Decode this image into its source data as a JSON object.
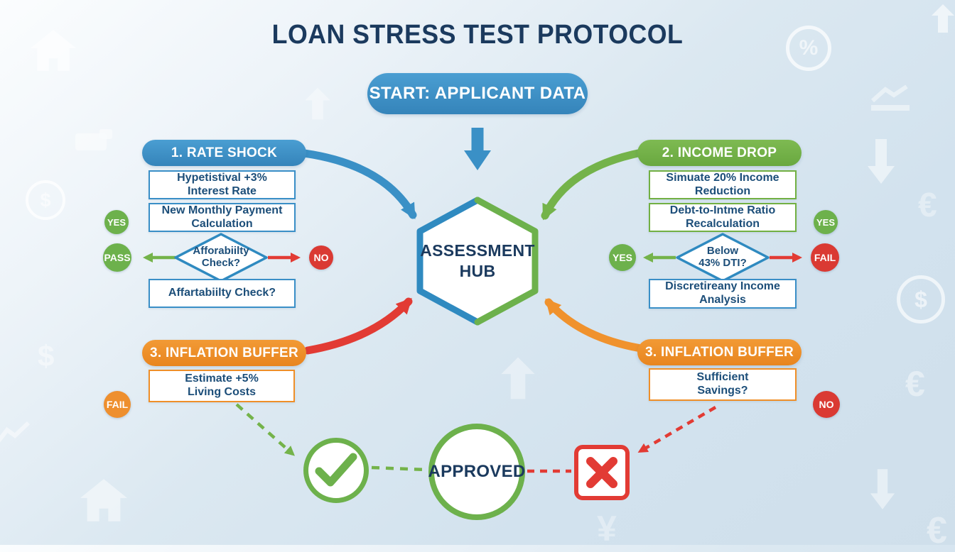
{
  "title": "LOAN STRESS TEST PROTOCOL",
  "start_label": "START: APPLICANT DATA",
  "hub": {
    "line1": "ASSESSMENT",
    "line2": "HUB"
  },
  "branches": {
    "rate_shock": {
      "header": "1. RATE SHOCK",
      "box1_line1": "Hypetistival +3%",
      "box1_line2": "Interest Rate",
      "box2_line1": "New Monthly Payment",
      "box2_line2": "Calculation",
      "badge_yes": "YES",
      "diamond_line1": "Afforabiilty",
      "diamond_line2": "Check?",
      "badge_pass": "PASS",
      "badge_no": "NO",
      "box3": "Affartabiilty Check?"
    },
    "income_drop": {
      "header": "2. INCOME DROP",
      "box1_line1": "Simuate 20% Income",
      "box1_line2": "Reduction",
      "box2_line1": "Debt-to-Intme Ratio",
      "box2_line2": "Recalculation",
      "badge_yes_top": "YES",
      "diamond_line1": "Below",
      "diamond_line2": "43% DTI?",
      "badge_yes": "YES",
      "badge_fail": "FAIL",
      "box3_line1": "Discretireany Income",
      "box3_line2": "Analysis"
    },
    "inflation_left": {
      "header": "3. INFLATION BUFFER",
      "box_line1": "Estimate +5%",
      "box_line2": "Living Costs",
      "badge_fail": "FAIL"
    },
    "inflation_right": {
      "header": "3. INFLATION BUFFER",
      "box_line1": "Sufficient",
      "box_line2": "Savings?",
      "badge_no": "NO"
    }
  },
  "results": {
    "approved_label": "APPROVED"
  },
  "colors": {
    "blue": "#3a8fc7",
    "green": "#72b043",
    "orange": "#ef8f29",
    "red": "#da3a33",
    "navy": "#1b3a5e"
  },
  "decor": {
    "dollar": "$",
    "euro": "€",
    "yen": "¥",
    "percent": "%"
  }
}
